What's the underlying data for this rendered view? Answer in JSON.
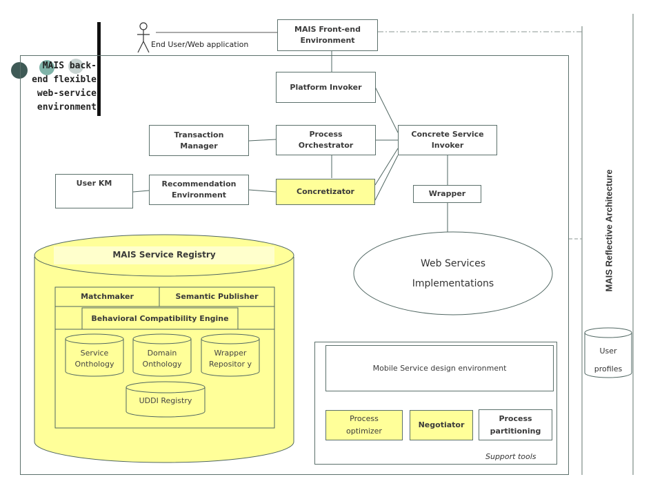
{
  "title_block": {
    "lines": [
      "MAIS back-",
      "end flexible",
      "web-service",
      "environment"
    ]
  },
  "actor": {
    "label": "End User/Web application"
  },
  "boxes": {
    "frontend": "MAIS Front-end Environment",
    "platform_invoker": "Platform Invoker",
    "transaction_manager": "Transaction Manager",
    "process_orchestrator": "Process Orchestrator",
    "concrete_service_invoker": "Concrete Service Invoker",
    "user_km": "User KM",
    "recommendation_environment": "Recommendation Environment",
    "concretizator": "Concretizator",
    "wrapper": "Wrapper"
  },
  "web_services": {
    "line1": "Web Services",
    "line2": "Implementations"
  },
  "registry": {
    "title": "MAIS Service Registry",
    "matchmaker": "Matchmaker",
    "semantic_publisher": "Semantic Publisher",
    "behavioral_engine": "Behavioral Compatibility Engine",
    "service_onthology": "Service Onthology",
    "domain_onthology": "Domain Onthology",
    "wrapper_repository": "Wrapper Repositor y",
    "uddi_registry": "UDDI Registry"
  },
  "support": {
    "mobile_design": "Mobile Service design environment",
    "process_optimizer": "Process optimizer",
    "negotiator": "Negotiator",
    "process_partitioning": "Process partitioning",
    "caption": "Support tools"
  },
  "reflective": {
    "label": "MAIS Reflective Architecture"
  },
  "user_profiles": {
    "line1": "User",
    "line2": "profiles"
  },
  "colors": {
    "yellow": "#ffff99",
    "border": "#5a6f6a",
    "circle_dark": "#3f5a56",
    "circle_light": "#7fb3a8"
  }
}
